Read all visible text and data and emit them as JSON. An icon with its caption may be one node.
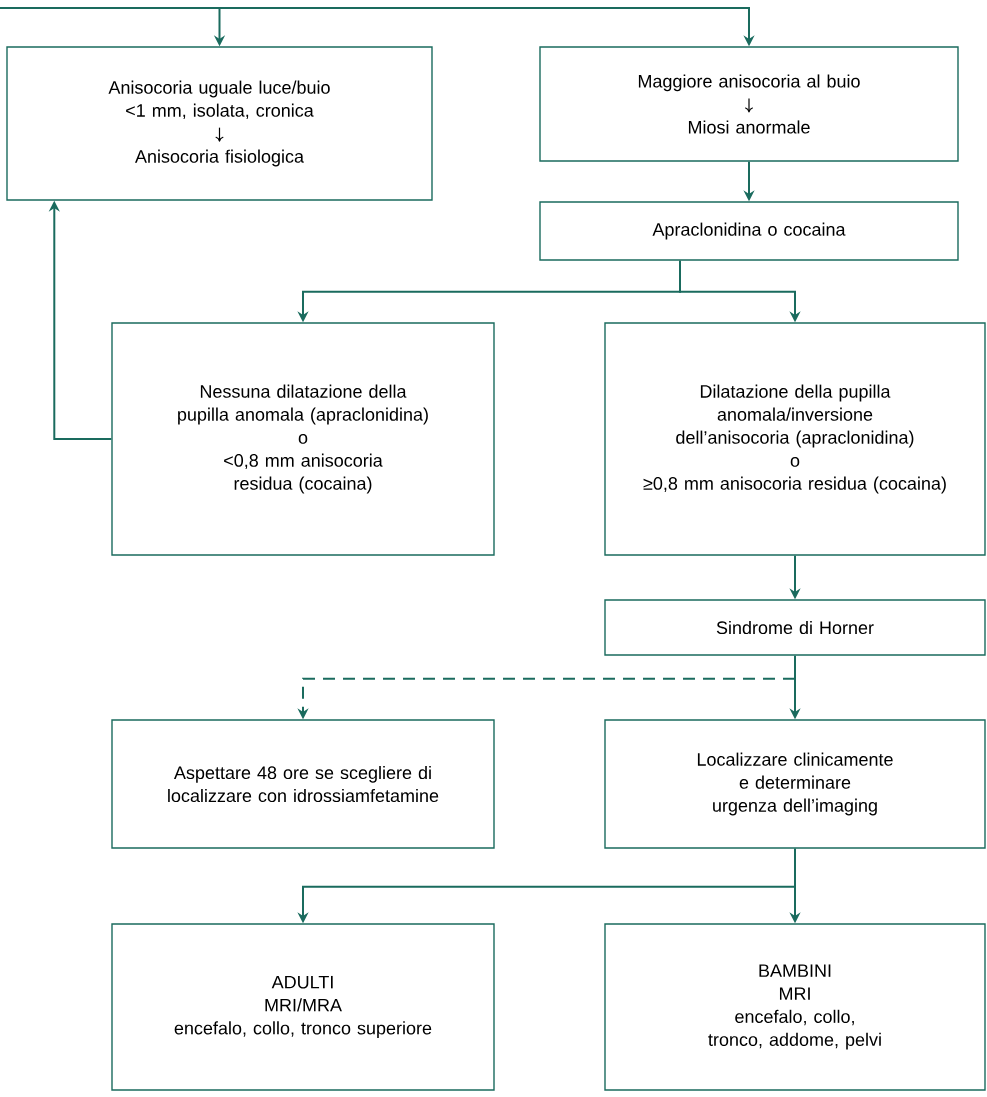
{
  "diagram": {
    "nodes": [
      {
        "text": [
          "Anisocoria uguale luce/buio <1 mm, isolata, cronica",
          "Anisocoria fisiologica"
        ]
      },
      {
        "text": [
          "Maggiore anisocoria al buio",
          "Miosi anormale"
        ]
      },
      {
        "text": [
          "Apraclonidina o cocaina"
        ]
      },
      {
        "text": [
          "Nessuna dilatazione della pupilla anomala (apraclonidina)",
          "o",
          "<0,8 mm anisocoria residua (cocaina)"
        ]
      },
      {
        "text": [
          "Dilatazione della pupilla anomala/inversione dell’anisocoria (apraclonidina)",
          "o",
          "≥0,8 mm anisocoria residua (cocaina)"
        ]
      },
      {
        "text": [
          "Sindrome di Horner"
        ]
      },
      {
        "text": [
          "Aspettare 48 ore se scegliere di localizzare con idrossiamfetamine"
        ]
      },
      {
        "text": [
          "Localizzare clinicamente e determinare urgenza dell’imaging"
        ]
      },
      {
        "text": [
          "ADULTI",
          "MRI/MRA",
          "encefalo, collo, tronco superiore"
        ]
      },
      {
        "text": [
          "BAMBINI",
          "MRI",
          "encefalo, collo, tronco, addome, pelvi"
        ]
      }
    ],
    "edges": [
      {
        "from": null,
        "to": 0,
        "arrow": "to"
      },
      {
        "from": null,
        "to": 1,
        "arrow": "to"
      },
      {
        "from": 1,
        "to": 2,
        "arrow": "to"
      },
      {
        "from": 2,
        "to": 3,
        "arrow": "to"
      },
      {
        "from": 2,
        "to": 4,
        "arrow": "to"
      },
      {
        "from": 3,
        "to": 0,
        "arrow": "to"
      },
      {
        "from": 4,
        "to": 5,
        "arrow": "to"
      },
      {
        "from": 5,
        "to": 6,
        "arrow": "to",
        "style": "dashed"
      },
      {
        "from": 5,
        "to": 7,
        "arrow": "to"
      },
      {
        "from": 7,
        "to": 8,
        "arrow": "to"
      },
      {
        "from": 7,
        "to": 9,
        "arrow": "to"
      }
    ]
  }
}
